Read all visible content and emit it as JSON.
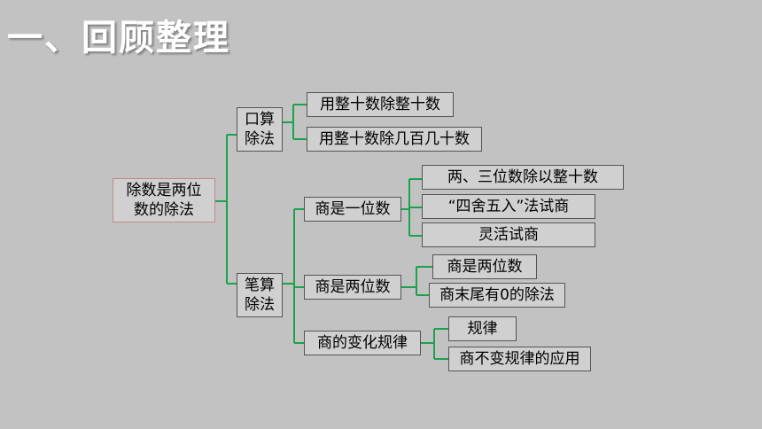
{
  "title": "一、回顾整理",
  "root": {
    "line1": "除数是两位",
    "line2": "数的除法"
  },
  "oral": {
    "line1": "口算",
    "line2": "除法",
    "items": [
      "用整十数除整十数",
      "用整十数除几百几十数"
    ]
  },
  "written": {
    "line1": "笔算",
    "line2": "除法",
    "groups": [
      {
        "label": "商是一位数",
        "items": [
          "两、三位数除以整十数",
          "“四舍五入”法试商",
          "灵活试商"
        ]
      },
      {
        "label": "商是两位数",
        "items": [
          "商是两位数",
          "商末尾有0的除法"
        ]
      },
      {
        "label": "商的变化规律",
        "items": [
          "规律",
          "商不变规律的应用"
        ]
      }
    ]
  }
}
